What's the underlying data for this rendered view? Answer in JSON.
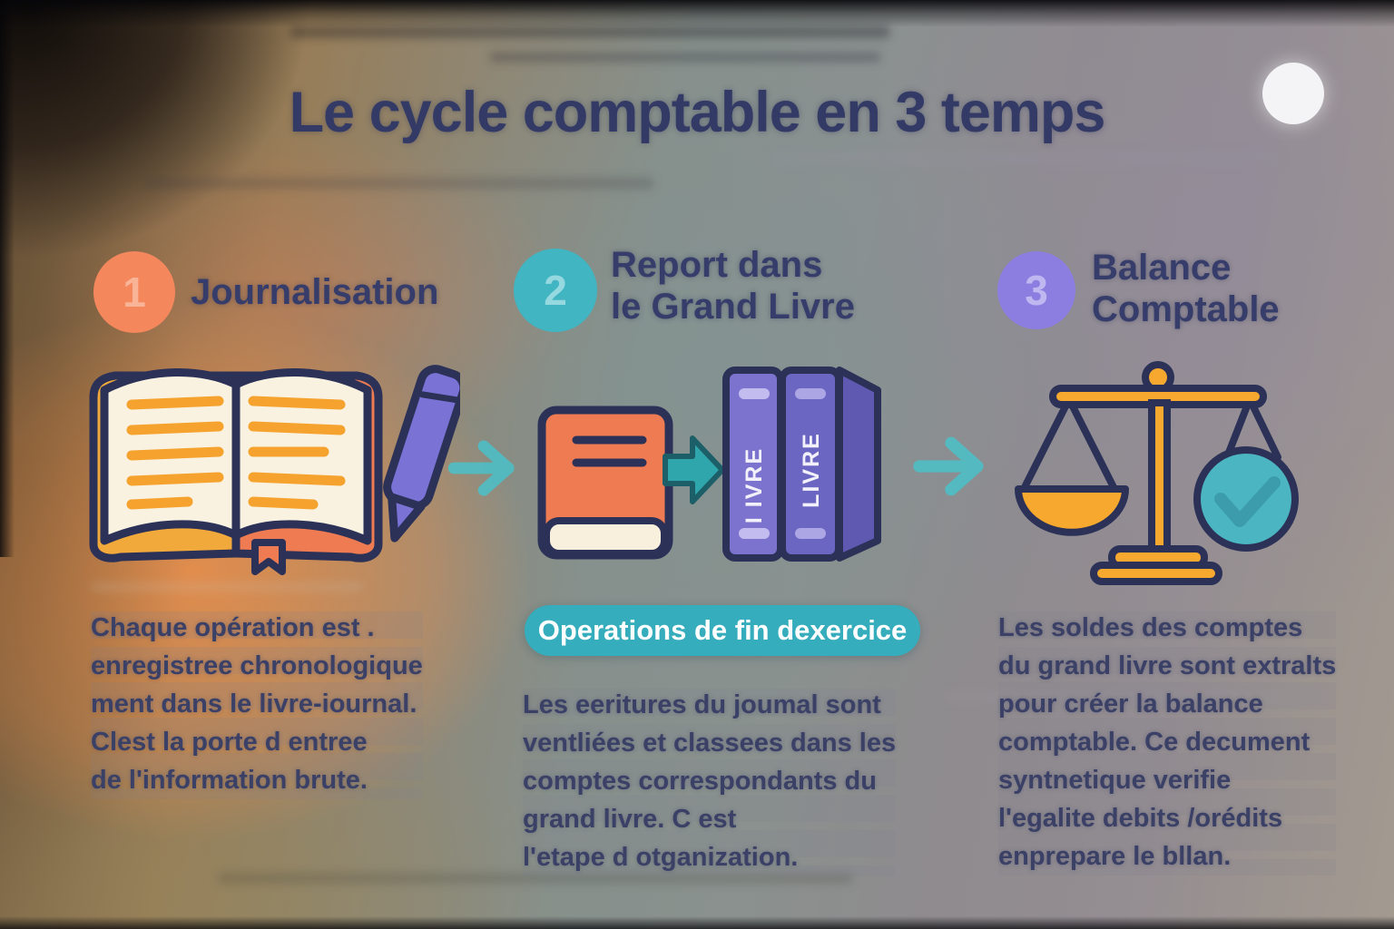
{
  "title": "Le cycle comptable en 3 temps",
  "steps": [
    {
      "number": "1",
      "label": "Journalisation",
      "description": "Chaque opération est .\nenregistree chronologique\nment dans le livre-iournal.\nClest la porte d entree\nde l'information brute.",
      "icon": "open-journal-with-pen"
    },
    {
      "number": "2",
      "label": "Report dans\nle Grand Livre",
      "badge": "Operations de fin dexercice",
      "description": "Les eeritures du joumal sont\nventliées et classees dans les\ncomptes correspondants du\ngrand livre. C est\nl'etape d otganization.",
      "icons": [
        "closed-book",
        "transfer-arrow",
        "ledger-binders"
      ],
      "binder_labels": [
        "I IVRE",
        "LIVRE"
      ]
    },
    {
      "number": "3",
      "label": "Balance\nComptable",
      "description": "Les soldes des comptes\ndu grand livre sont extralts\npour créer la balance\ncomptable. Ce decument\nsyntnetique verifie\nl'egalite debits /orédits\nenprepare le bllan.",
      "icons": [
        "balance-scale",
        "check-circle"
      ]
    }
  ],
  "colors": {
    "title_text": "#333A66",
    "body_text": "#3B4066",
    "step1_accent": "#F5875D",
    "step2_accent": "#41B5C2",
    "step3_accent": "#8B7EE0",
    "badge_background": "#36ADBD",
    "badge_text": "#FFFFFF",
    "flow_arrow": "#4DC0C7",
    "icon_outline": "#2B3157",
    "icon_scale_orange": "#F6A82F",
    "icon_book_orange": "#EE7B52",
    "icon_cover_yellow": "#F2A93B",
    "icon_pages_cream": "#FAF2E1",
    "icon_pen_purple": "#7B72D6",
    "icon_binder_purple": "#7C73CE",
    "icon_binder_blue": "#6A66C2",
    "icon_check_circle_teal": "#4BB5C1"
  }
}
